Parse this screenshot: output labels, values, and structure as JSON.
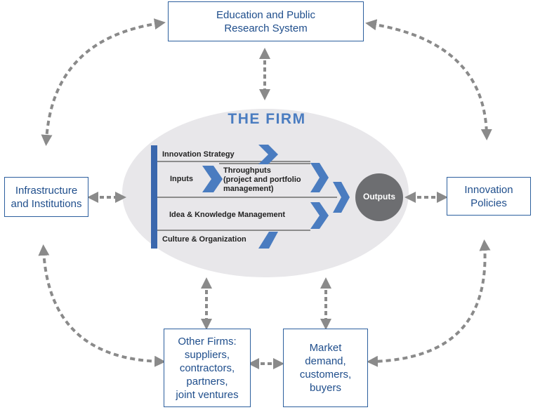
{
  "colors": {
    "box_border": "#2c5f9e",
    "box_text": "#1f4e8c",
    "firm_title": "#4a7cc0",
    "chevron": "#4a7cc0",
    "bar": "#3a67ad",
    "ellipse": "#e8e7ea",
    "outputs_circle": "#6d6e71",
    "arrow": "#8a8a8a"
  },
  "nodes": {
    "education": "Education and Public\nResearch System",
    "infrastructure": "Infrastructure\nand Institutions",
    "innovation_policies": "Innovation\nPolicies",
    "other_firms": "Other Firms:\nsuppliers,\ncontractors,\npartners,\njoint ventures",
    "market": "Market\ndemand,\ncustomers,\nbuyers"
  },
  "firm": {
    "title": "THE FIRM",
    "innovation_strategy": "Innovation Strategy",
    "inputs": "Inputs",
    "throughputs": "Throughputs\n(project and portfolio\nmanagement)",
    "idea_knowledge": "Idea & Knowledge Management",
    "culture": "Culture & Organization",
    "outputs": "Outputs"
  }
}
